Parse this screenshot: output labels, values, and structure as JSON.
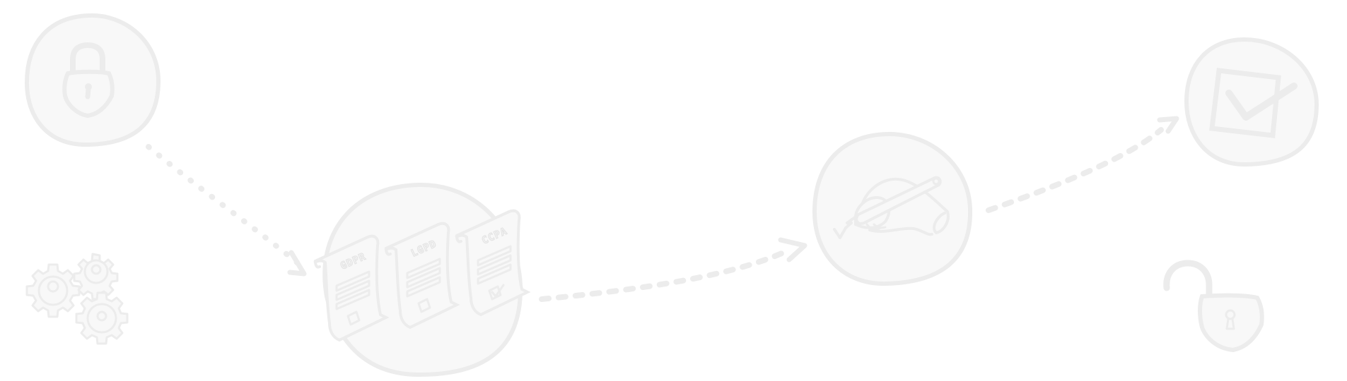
{
  "diagram": {
    "stroke_color": "#ececec",
    "fill_color": "#f8f8f8",
    "background": "#ffffff",
    "nodes": [
      {
        "id": "locked",
        "icon": "padlock-locked-icon"
      },
      {
        "id": "regulations",
        "icon": "regulation-documents-icon",
        "documents": [
          {
            "label": "GDPR"
          },
          {
            "label": "LGPD"
          },
          {
            "label": "CCPA"
          }
        ]
      },
      {
        "id": "signature",
        "icon": "pen-signing-icon"
      },
      {
        "id": "approved",
        "icon": "checkbox-checked-icon"
      }
    ],
    "decorations": [
      {
        "id": "gears",
        "icon": "gears-icon"
      },
      {
        "id": "unlocked",
        "icon": "padlock-unlocked-icon"
      }
    ],
    "connectors": [
      {
        "from": "locked",
        "to": "regulations",
        "style": "dotted"
      },
      {
        "from": "regulations",
        "to": "signature",
        "style": "dotted"
      },
      {
        "from": "signature",
        "to": "approved",
        "style": "dotted"
      }
    ]
  }
}
